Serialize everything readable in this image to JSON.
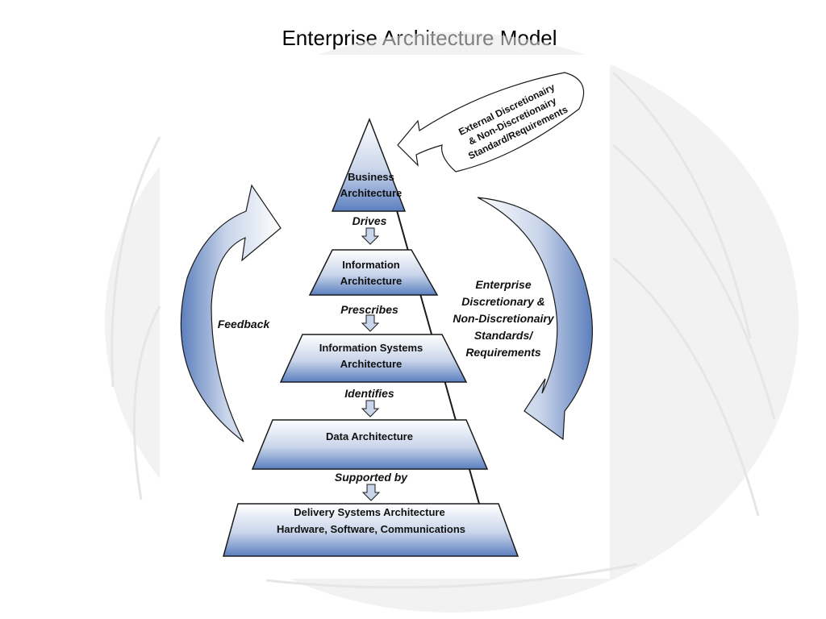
{
  "title": "Enterprise Architecture Model",
  "layers": [
    {
      "line1": "Business",
      "line2": "Architecture"
    },
    {
      "line1": "Information",
      "line2": "Architecture"
    },
    {
      "line1": "Information Systems",
      "line2": "Architecture"
    },
    {
      "line1": "Data Architecture",
      "line2": ""
    },
    {
      "line1": "Delivery Systems Architecture",
      "line2": "Hardware, Software, Communications"
    }
  ],
  "relations": [
    "Drives",
    "Prescribes",
    "Identifies",
    "Supported by"
  ],
  "feedback_label": "Feedback",
  "enterprise_standards": [
    "Enterprise",
    "Discretionary &",
    "Non-Discretionairy",
    "Standards/",
    "Requirements"
  ],
  "external_standards": [
    "External Discretionairy",
    "& Non-Discretionairy",
    "Standard/Requirements"
  ],
  "colors": {
    "layer_band": "#5b7fbf",
    "arrow_fill": "#7f9ccc",
    "outline": "#1a1a1a"
  }
}
